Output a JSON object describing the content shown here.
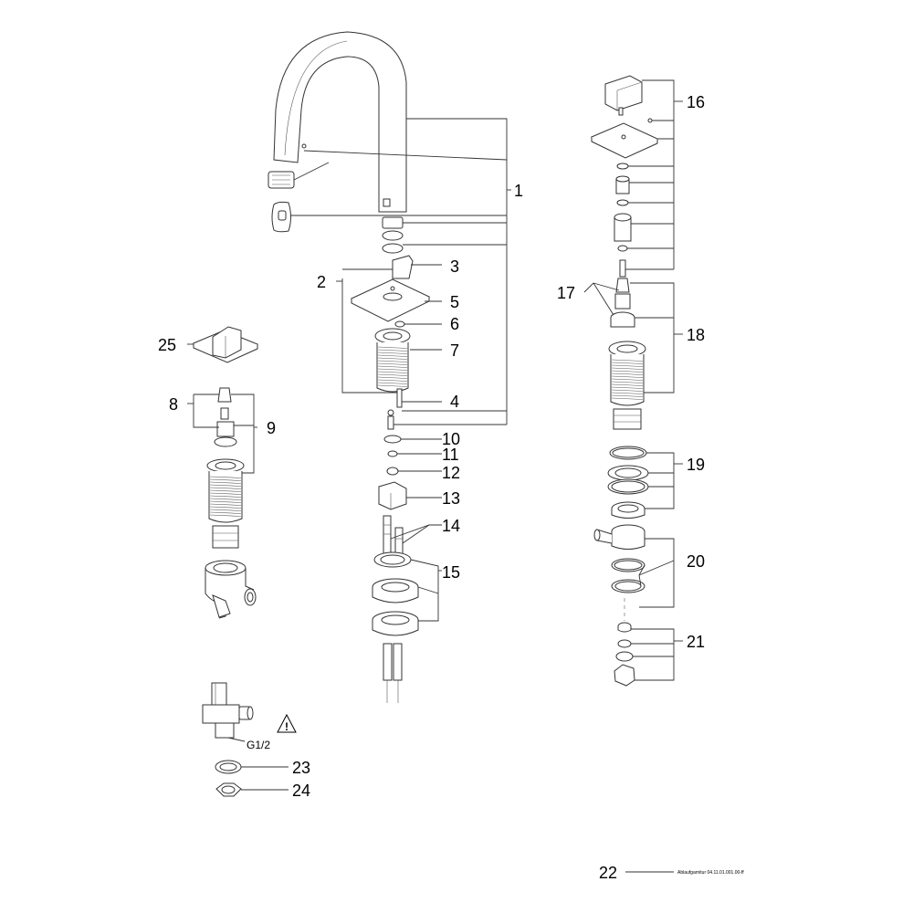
{
  "callouts": {
    "p1": "1",
    "p2": "2",
    "p3": "3",
    "p4": "4",
    "p5": "5",
    "p6": "6",
    "p7": "7",
    "p8": "8",
    "p9": "9",
    "p10": "10",
    "p11": "11",
    "p12": "12",
    "p13": "13",
    "p14": "14",
    "p15": "15",
    "p16": "16",
    "p17": "17",
    "p18": "18",
    "p19": "19",
    "p20": "20",
    "p21": "21",
    "p22": "22",
    "p23": "23",
    "p24": "24",
    "p25": "25"
  },
  "thread_label": "G1/2",
  "caption": "Ablaufgarnitur 04.11.01.001.00-ff",
  "warning_glyph": "!",
  "icons": {
    "warning": "warning-triangle-icon"
  }
}
